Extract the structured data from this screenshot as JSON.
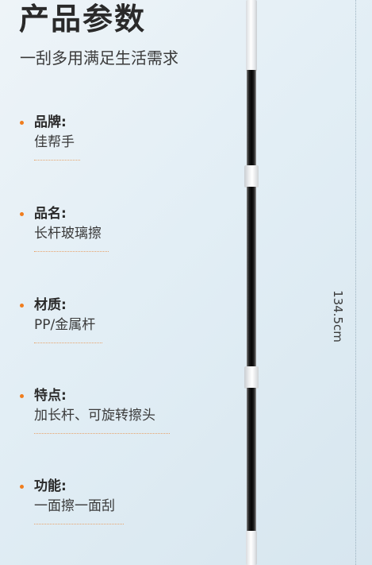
{
  "header": {
    "title": "产品参数",
    "subtitle": "一刮多用满足生活需求"
  },
  "specs": [
    {
      "label": "品牌:",
      "value": "佳帮手"
    },
    {
      "label": "品名:",
      "value": "长杆玻璃擦"
    },
    {
      "label": "材质:",
      "value": "PP/金属杆"
    },
    {
      "label": "特点:",
      "value": "加长杆、可旋转擦头"
    },
    {
      "label": "功能:",
      "value": "一面擦一面刮"
    }
  ],
  "dimension": {
    "length": "134.5cm"
  },
  "colors": {
    "accent": "#f07d1e",
    "background": "#e2eef5",
    "text": "#2a2a2a"
  }
}
